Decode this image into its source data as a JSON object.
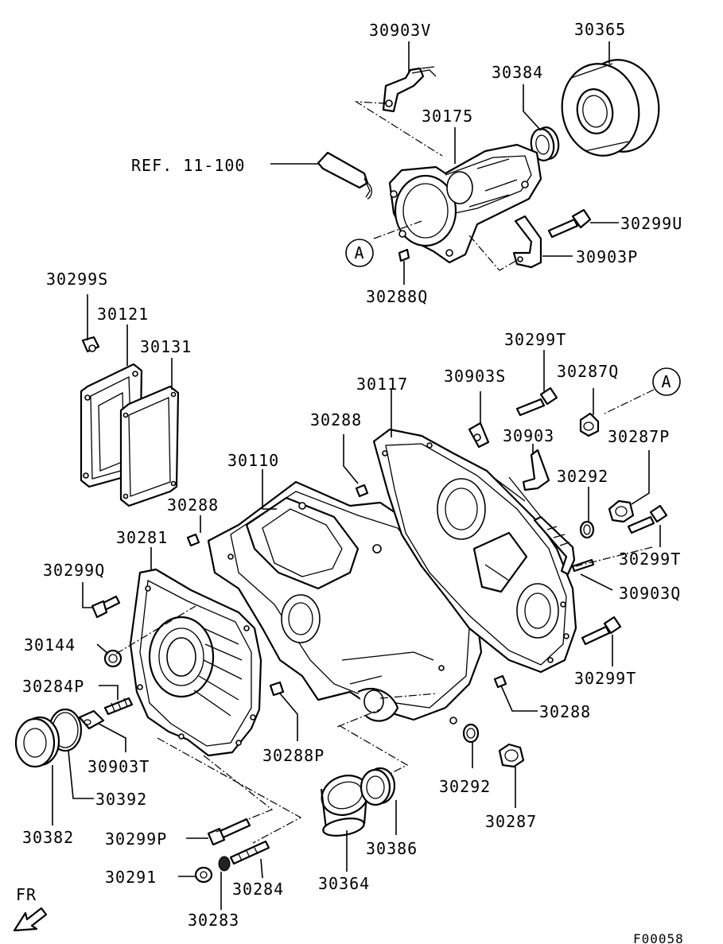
{
  "diagram": {
    "title_code": "F00058",
    "ref_label": "REF. 11-100",
    "front_label": "FR",
    "callout_a": "A",
    "labels": {
      "p30903V": "30903V",
      "p30365": "30365",
      "p30384": "30384",
      "p30175": "30175",
      "p30299U": "30299U",
      "p30903P": "30903P",
      "p30288Q": "30288Q",
      "p30299S": "30299S",
      "p30121": "30121",
      "p30131": "30131",
      "p30299T_a": "30299T",
      "p30287Q": "30287Q",
      "p30903S": "30903S",
      "p30117": "30117",
      "p30288_a": "30288",
      "p30903": "30903",
      "p30287P": "30287P",
      "p30110": "30110",
      "p30292_a": "30292",
      "p30288_b": "30288",
      "p30299T_b": "30299T",
      "p30281": "30281",
      "p30903Q": "30903Q",
      "p30299Q": "30299Q",
      "p30144": "30144",
      "p30299T_c": "30299T",
      "p30284P": "30284P",
      "p30288_c": "30288",
      "p30903T": "30903T",
      "p30288P": "30288P",
      "p30392": "30392",
      "p30292_b": "30292",
      "p30287": "30287",
      "p30382": "30382",
      "p30386": "30386",
      "p30299P": "30299P",
      "p30291": "30291",
      "p30284": "30284",
      "p30364": "30364",
      "p30283": "30283"
    }
  }
}
